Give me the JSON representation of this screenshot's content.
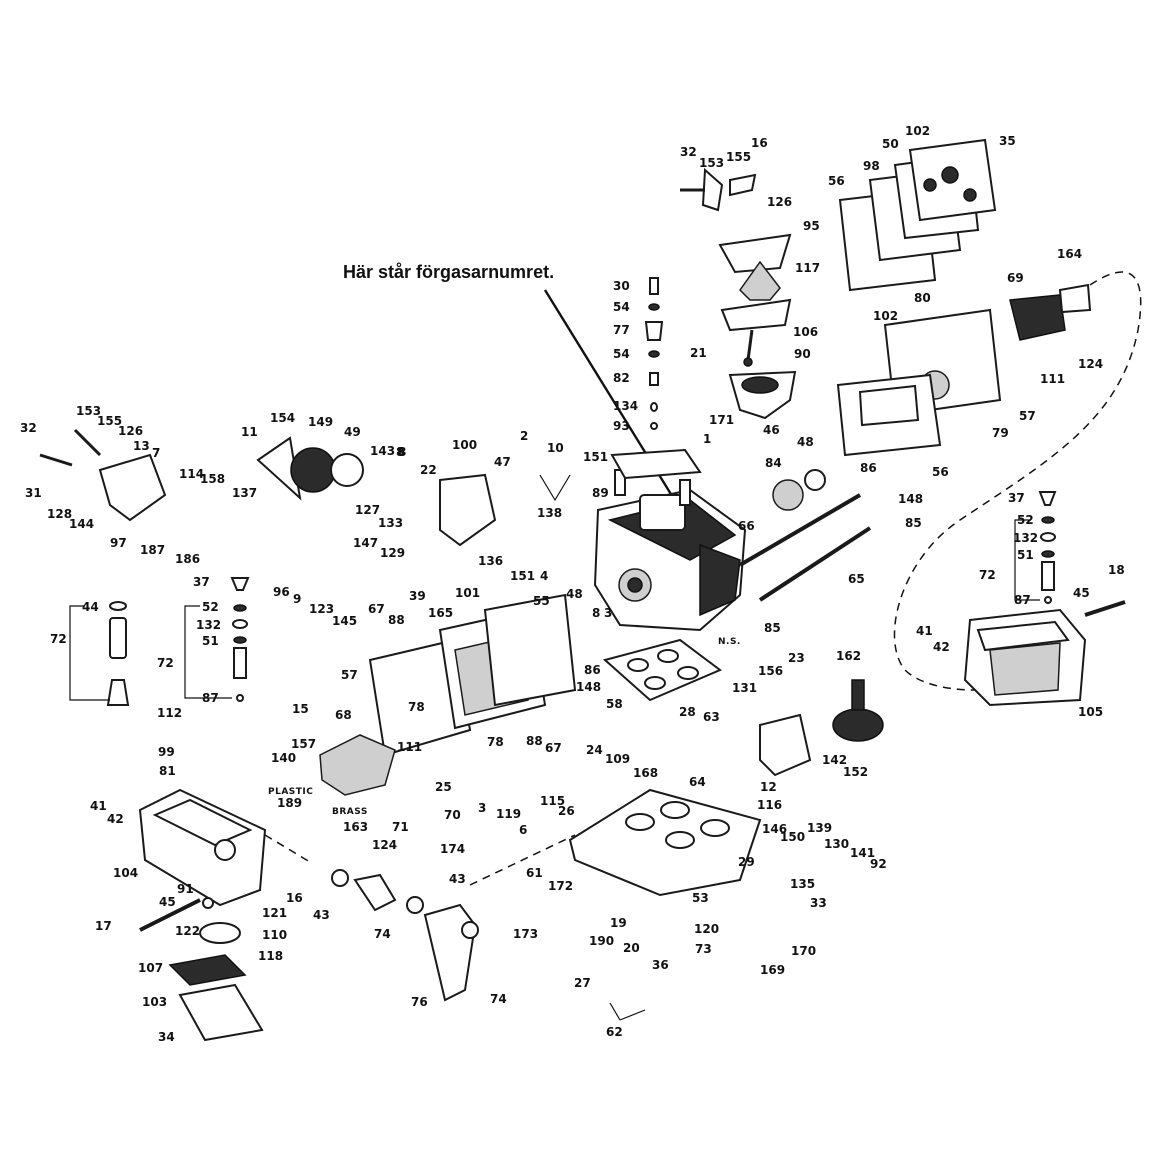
{
  "annotation": {
    "text": "Här står förgasarnumret."
  },
  "words": {
    "plastic": "PLASTIC",
    "brass": "BRASS",
    "ns": "N.S."
  },
  "labels": {
    "l1": "1",
    "l2": "2",
    "l3": "3",
    "l4": "4",
    "l6": "6",
    "l7": "7",
    "l8a": "8",
    "l8b": "8",
    "l9": "9",
    "l10": "10",
    "l11": "11",
    "l12": "12",
    "l13": "13",
    "l15": "15",
    "l16a": "16",
    "l16b": "16",
    "l17": "17",
    "l18": "18",
    "l19": "19",
    "l20": "20",
    "l21": "21",
    "l22": "22",
    "l23": "23",
    "l24": "24",
    "l25": "25",
    "l26": "26",
    "l27": "27",
    "l28": "28",
    "l29": "29",
    "l30": "30",
    "l31": "31",
    "l32a": "32",
    "l32b": "32",
    "l33": "33",
    "l34": "34",
    "l35": "35",
    "l36": "36",
    "l37a": "37",
    "l37b": "37",
    "l39": "39",
    "l41a": "41",
    "l41b": "41",
    "l42a": "42",
    "l42b": "42",
    "l43a": "43",
    "l43b": "43",
    "l44": "44",
    "l45a": "45",
    "l45b": "45",
    "l46": "46",
    "l47": "47",
    "l48a": "48",
    "l48b": "48",
    "l49": "49",
    "l50": "50",
    "l51a": "51",
    "l51b": "51",
    "l52a": "52",
    "l52b": "52",
    "l53": "53",
    "l54a": "54",
    "l54b": "54",
    "l55": "55",
    "l56a": "56",
    "l56b": "56",
    "l57a": "57",
    "l57b": "57",
    "l58": "58",
    "l61": "61",
    "l62": "62",
    "l63": "63",
    "l64": "64",
    "l65": "65",
    "l66": "66",
    "l67a": "67",
    "l67b": "67",
    "l68": "68",
    "l69": "69",
    "l70": "70",
    "l71": "71",
    "l72a": "72",
    "l72b": "72",
    "l72c": "72",
    "l73": "73",
    "l74a": "74",
    "l74b": "74",
    "l76": "76",
    "l77": "77",
    "l78a": "78",
    "l78b": "78",
    "l79": "79",
    "l80": "80",
    "l81": "81",
    "l82": "82",
    "l84": "84",
    "l85a": "85",
    "l85b": "85",
    "l86a": "86",
    "l86b": "86",
    "l87a": "87",
    "l87b": "87",
    "l88a": "88",
    "l88b": "88",
    "l89": "89",
    "l90": "90",
    "l91": "91",
    "l92": "92",
    "l93": "93",
    "l95": "95",
    "l96": "96",
    "l97": "97",
    "l98": "98",
    "l99": "99",
    "l100": "100",
    "l101": "101",
    "l102a": "102",
    "l102b": "102",
    "l103": "103",
    "l104": "104",
    "l105": "105",
    "l106": "106",
    "l107": "107",
    "l109": "109",
    "l110": "110",
    "l111a": "111",
    "l111b": "111",
    "l112": "112",
    "l114": "114",
    "l115": "115",
    "l116": "116",
    "l117": "117",
    "l118": "118",
    "l119": "119",
    "l120": "120",
    "l121": "121",
    "l122": "122",
    "l123": "123",
    "l124a": "124",
    "l124b": "124",
    "l126a": "126",
    "l126b": "126",
    "l127": "127",
    "l128": "128",
    "l129": "129",
    "l130": "130",
    "l131": "131",
    "l132a": "132",
    "l132b": "132",
    "l133": "133",
    "l134": "134",
    "l135": "135",
    "l136": "136",
    "l137": "137",
    "l138": "138",
    "l139": "139",
    "l140": "140",
    "l141": "141",
    "l142": "142",
    "l143": "143",
    "l144": "144",
    "l145": "145",
    "l146": "146",
    "l147": "147",
    "l148a": "148",
    "l148b": "148",
    "l149": "149",
    "l150": "150",
    "l151a": "151",
    "l151b": "151",
    "l152": "152",
    "l153a": "153",
    "l153b": "153",
    "l154": "154",
    "l155a": "155",
    "l155b": "155",
    "l156": "156",
    "l157": "157",
    "l158": "158",
    "l162": "162",
    "l163": "163",
    "l164": "164",
    "l165": "165",
    "l168": "168",
    "l169": "169",
    "l170": "170",
    "l171": "171",
    "l172": "172",
    "l173": "173",
    "l174": "174",
    "l186": "186",
    "l187": "187",
    "l189": "189",
    "l190": "190",
    "l8c": "8",
    "l3b": "3"
  }
}
